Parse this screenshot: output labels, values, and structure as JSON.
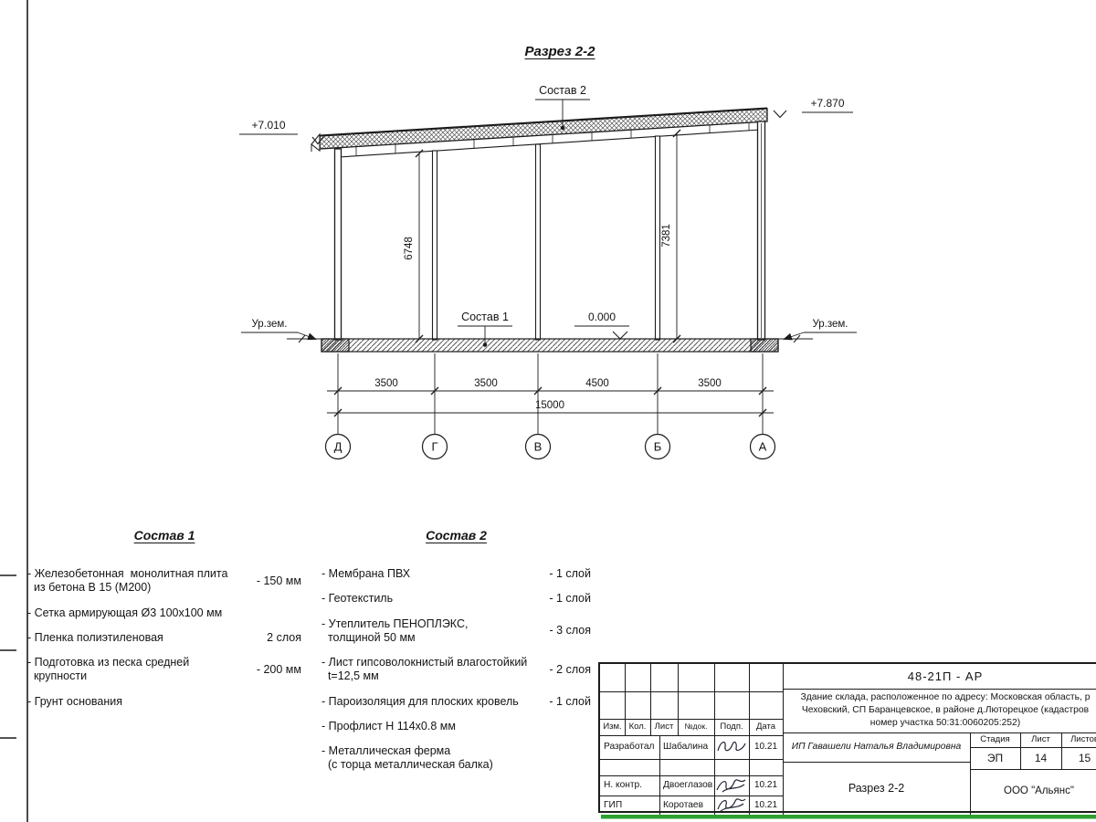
{
  "colors": {
    "ink": "#1c1c1c",
    "green": "#2fa032"
  },
  "page_title": "Разрез 2-2",
  "drawing": {
    "elev_left": "+7.010",
    "elev_right": "+7.870",
    "sostav2_label": "Состав 2",
    "sostav1_label": "Состав 1",
    "zero_level": "0.000",
    "ground_left": "Ур.зем.",
    "ground_right": "Ур.зем.",
    "height_left": "6748",
    "height_right": "7381",
    "dims": [
      "3500",
      "3500",
      "4500",
      "3500"
    ],
    "dim_total": "15000",
    "axes": [
      "Д",
      "Г",
      "В",
      "Б",
      "А"
    ]
  },
  "sostav1": {
    "title": "Состав 1",
    "items": [
      {
        "text": "- Железобетонная  монолитная плита\n  из бетона В 15 (М200)",
        "value": "- 150 мм"
      },
      {
        "text": "- Сетка армирующая Ø3 100х100 мм",
        "value": ""
      },
      {
        "text": "- Пленка полиэтиленовая",
        "value": "2 слоя"
      },
      {
        "text": "- Подготовка из песка средней\n  крупности",
        "value": "- 200 мм"
      },
      {
        "text": "- Грунт основания",
        "value": ""
      }
    ]
  },
  "sostav2": {
    "title": "Состав 2",
    "items": [
      {
        "text": "- Мембрана ПВХ",
        "value": "- 1 слой"
      },
      {
        "text": "- Геотекстиль",
        "value": "- 1 слой"
      },
      {
        "text": "- Утеплитель ПЕНОПЛЭКС,\n  толщиной 50 мм",
        "value": "- 3 слоя"
      },
      {
        "text": "- Лист гипсоволокнистый влагостойкий\n  t=12,5 мм",
        "value": "- 2 слоя"
      },
      {
        "text": "- Пароизоляция для плоских кровель",
        "value": "- 1 слой"
      },
      {
        "text": "- Профлист Н 114х0.8 мм",
        "value": ""
      },
      {
        "text": "- Металлическая ферма\n  (с торца металлическая балка)",
        "value": ""
      }
    ]
  },
  "titleblock": {
    "code": "48-21П - АР",
    "description": "Здание склада, расположенное по адресу: Московская область, р\nЧеховский, СП Баранцевское, в районе д.Люторецкое  (кадастров\nномер участка 50:31:0060205:252)",
    "col_izm": "Изм.",
    "col_kol": "Кол.",
    "col_list": "Лист",
    "col_doc": "№док.",
    "col_podp": "Подп.",
    "col_data": "Дата",
    "row1_role": "Разработал",
    "row1_name": "Шабалина",
    "row1_date": "10.21",
    "row2_role": "Н. контр.",
    "row2_name": "Двоеглазов",
    "row2_date": "10.21",
    "row3_role": "ГИП",
    "row3_name": "Коротаев",
    "row3_date": "10.21",
    "org": "ИП Гавашели Наталья Владимировна",
    "stage_label": "Стадия",
    "sheet_label": "Лист",
    "sheets_label": "Листов",
    "stage": "ЭП",
    "sheet": "14",
    "sheets": "15",
    "doc_title": "Разрез 2-2",
    "company": "ООО \"Альянс\""
  }
}
